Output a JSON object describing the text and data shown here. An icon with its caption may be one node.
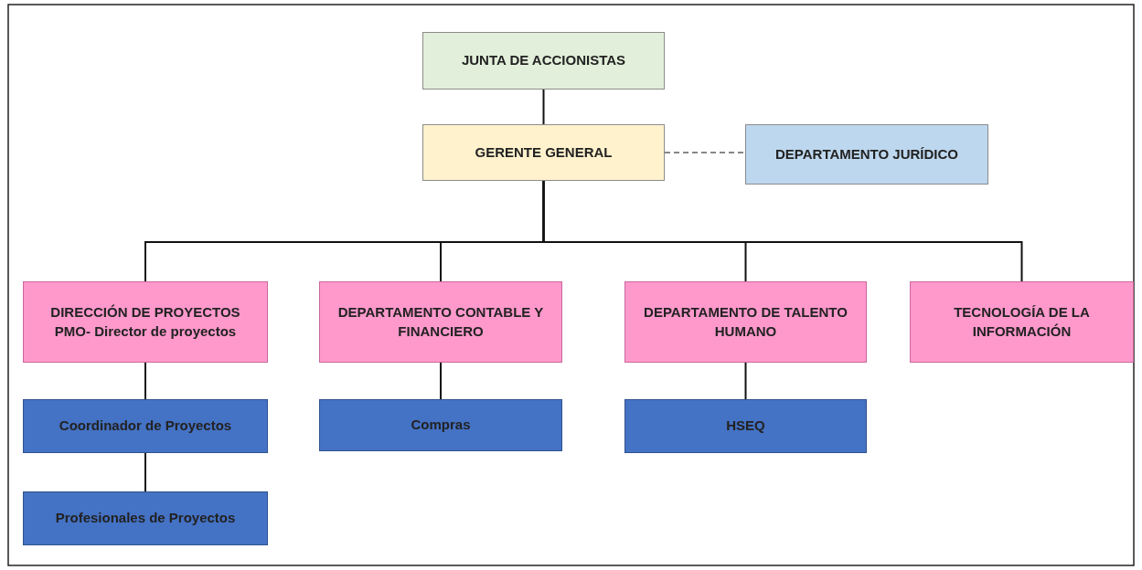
{
  "diagram": {
    "nodes": [
      {
        "text": [
          "JUNTA DE ACCIONISTAS"
        ]
      },
      {
        "text": [
          "GERENTE GENERAL"
        ]
      },
      {
        "text": [
          "DEPARTAMENTO JURÍDICO"
        ]
      },
      {
        "text": [
          "DIRECCIÓN DE PROYECTOS PMO- Director de proyectos"
        ]
      },
      {
        "text": [
          "DEPARTAMENTO CONTABLE Y FINANCIERO"
        ]
      },
      {
        "text": [
          "DEPARTAMENTO DE TALENTO HUMANO"
        ]
      },
      {
        "text": [
          "TECNOLOGÍA DE LA INFORMACIÓN"
        ]
      },
      {
        "text": [
          "Coordinador de Proyectos"
        ]
      },
      {
        "text": [
          "Compras"
        ]
      },
      {
        "text": [
          "HSEQ"
        ]
      },
      {
        "text": [
          "Profesionales de Proyectos"
        ]
      }
    ],
    "edges": [
      {
        "from": 0,
        "to": 1,
        "arrow": "none"
      },
      {
        "from": 1,
        "to": 2,
        "arrow": "none",
        "style": "dashed"
      },
      {
        "from": 1,
        "to": 3,
        "arrow": "none"
      },
      {
        "from": 1,
        "to": 4,
        "arrow": "none"
      },
      {
        "from": 1,
        "to": 5,
        "arrow": "none"
      },
      {
        "from": 1,
        "to": 6,
        "arrow": "none"
      },
      {
        "from": 3,
        "to": 7,
        "arrow": "none"
      },
      {
        "from": 7,
        "to": 10,
        "arrow": "none"
      },
      {
        "from": 4,
        "to": 8,
        "arrow": "none"
      },
      {
        "from": 5,
        "to": 9,
        "arrow": "none"
      }
    ]
  }
}
